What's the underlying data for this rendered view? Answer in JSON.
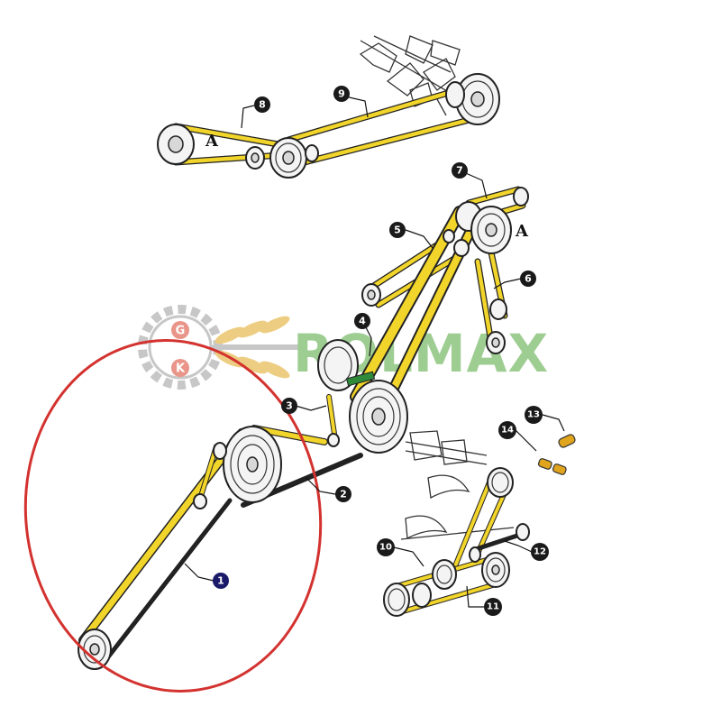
{
  "diagram": {
    "callouts": [
      "1",
      "2",
      "3",
      "4",
      "5",
      "6",
      "7",
      "8",
      "9",
      "10",
      "11",
      "12",
      "13",
      "14"
    ],
    "section_marks": [
      "A",
      "A"
    ],
    "watermark": {
      "logo_letters": [
        "G",
        "K"
      ],
      "brand": "ROLMAX"
    },
    "colors": {
      "belt": "#f2d52a",
      "belt_edge": "#222222",
      "highlight_circle": "#d3322f",
      "callout_fill": "#1a1a1a",
      "watermark_green": "#4fa63a",
      "watermark_gold": "#e0a51c",
      "watermark_red": "#d8402b",
      "watermark_gray": "#9a9a9a"
    }
  }
}
